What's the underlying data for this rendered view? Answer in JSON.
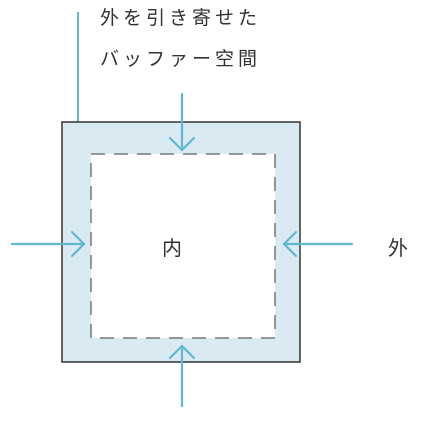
{
  "callout": {
    "line1": "外を引き寄せた",
    "line2": "バッファー空間"
  },
  "inside_label": "内",
  "outside_label": "外",
  "colors": {
    "buffer_fill": "#daeaf2",
    "arrow": "#5fb8d0",
    "border": "#333333",
    "dashed": "#777777",
    "inner_fill": "#ffffff",
    "text": "#333333"
  }
}
